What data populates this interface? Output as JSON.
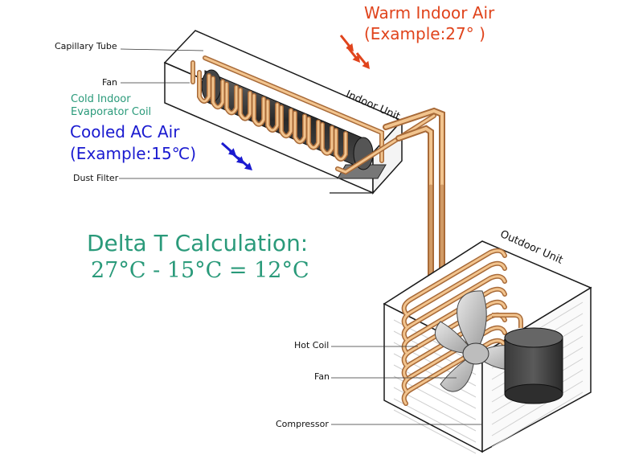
{
  "labels": {
    "capillary_tube": "Capillary Tube",
    "indoor_fan": "Fan",
    "evaporator_line1": "Cold Indoor",
    "evaporator_line2": "Evaporator Coil",
    "dust_filter": "Dust Filter",
    "indoor_unit": "Indoor Unit",
    "outdoor_unit": "Outdoor Unit",
    "hot_coil": "Hot Coil",
    "outdoor_fan": "Fan",
    "compressor": "Compressor"
  },
  "warm_air": {
    "line1": "Warm Indoor Air",
    "line2": "(Example:27°  )"
  },
  "cooled_air": {
    "line1": "Cooled AC Air",
    "line2": "(Example:15℃)"
  },
  "delta": {
    "title": "Delta T Calculation:",
    "equation": "27°C - 15°C = 12°C"
  },
  "colors": {
    "warm": "#e0441c",
    "cool": "#1a1ad0",
    "green": "#2a9a7a",
    "copper": "#c98a4e",
    "copper_light": "#f2c48e",
    "housing": "#ffffff",
    "outline": "#1a1a1a"
  }
}
